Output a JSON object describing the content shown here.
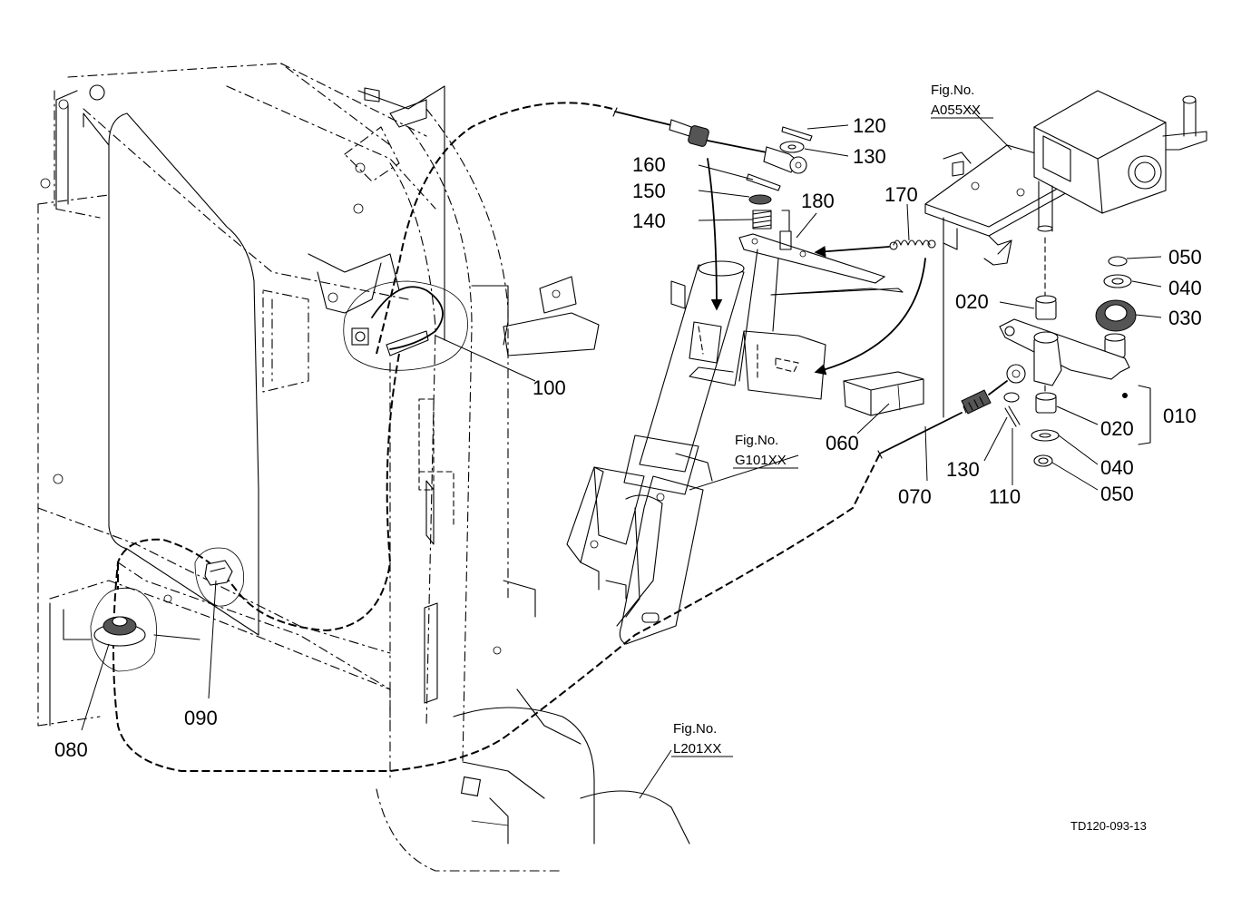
{
  "callouts": {
    "p010": "010",
    "p020a": "020",
    "p020b": "020",
    "p030": "030",
    "p040a": "040",
    "p040b": "040",
    "p050a": "050",
    "p050b": "050",
    "p060": "060",
    "p070": "070",
    "p080": "080",
    "p090": "090",
    "p100": "100",
    "p110": "110",
    "p120": "120",
    "p130a": "130",
    "p130b": "130",
    "p140": "140",
    "p150": "150",
    "p160": "160",
    "p170": "170",
    "p180": "180"
  },
  "figure_refs": {
    "a055": {
      "label": "Fig.No.",
      "code": "A055XX"
    },
    "g101": {
      "label": "Fig.No.",
      "code": "G101XX"
    },
    "l201": {
      "label": "Fig.No.",
      "code": "L201XX"
    }
  },
  "drawing_code": "TD120-093-13"
}
